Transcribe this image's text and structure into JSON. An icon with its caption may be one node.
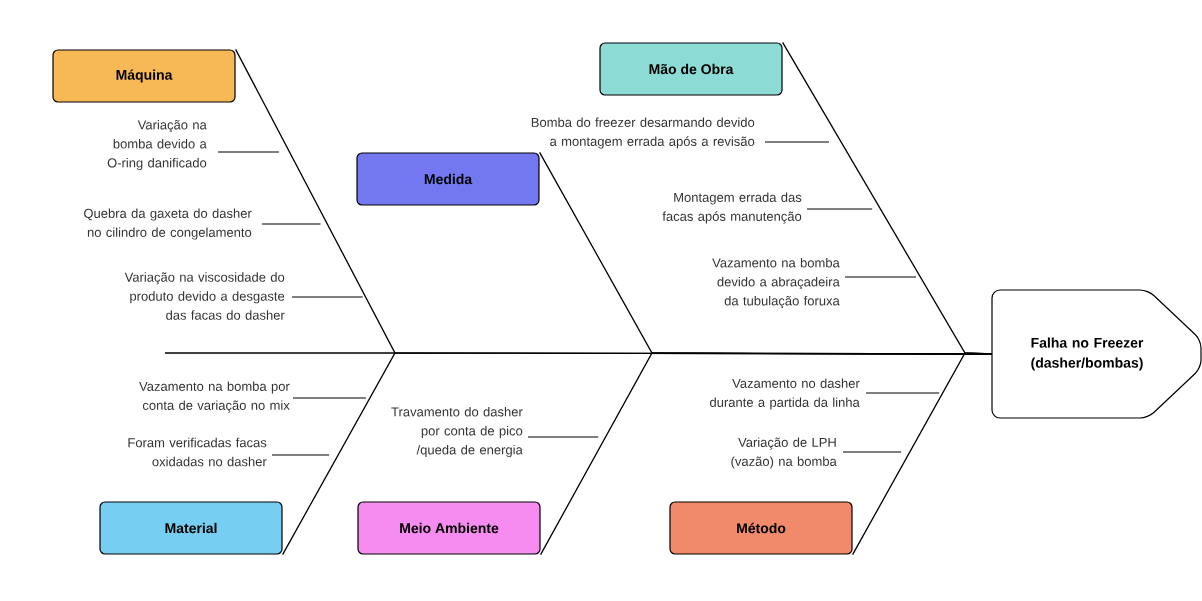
{
  "diagram": {
    "nodes": [
      {
        "text": [
          "Máquina"
        ]
      },
      {
        "text": [
          "Medida"
        ]
      },
      {
        "text": [
          "Mão de Obra"
        ]
      },
      {
        "text": [
          "Material"
        ]
      },
      {
        "text": [
          "Meio Ambiente"
        ]
      },
      {
        "text": [
          "Método"
        ]
      },
      {
        "text": [
          "Falha no Freezer (dasher/bombas)"
        ]
      }
    ],
    "edges": [
      {
        "from": 0,
        "to": 6,
        "arrow": "none"
      },
      {
        "from": 1,
        "to": 6,
        "arrow": "none"
      },
      {
        "from": 2,
        "to": 6,
        "arrow": "none"
      },
      {
        "from": 3,
        "to": 6,
        "arrow": "none"
      },
      {
        "from": 4,
        "to": 6,
        "arrow": "none"
      },
      {
        "from": 5,
        "to": 6,
        "arrow": "none"
      }
    ],
    "labels": [
      "Variação na bomba devido a O-ring danificado",
      "Quebra da gaxeta do dasher no cilindro de congelamento",
      "Variação na viscosidade do produto devido a desgaste das facas do dasher",
      "Bomba do freezer desarmando devido a montagem errada após a revisão",
      "Montagem errada das facas após manutenção",
      "Vazamento na bomba devido a abraçadeira da tubulação foruxa",
      "Vazamento na bomba por conta de variação no mix",
      "Foram verificadas facas oxidadas no dasher",
      "Travamento do dasher por conta de pico /queda de energia",
      "Vazamento no dasher durante a partida da linha",
      "Variação de LPH (vazão) na bomba"
    ]
  }
}
